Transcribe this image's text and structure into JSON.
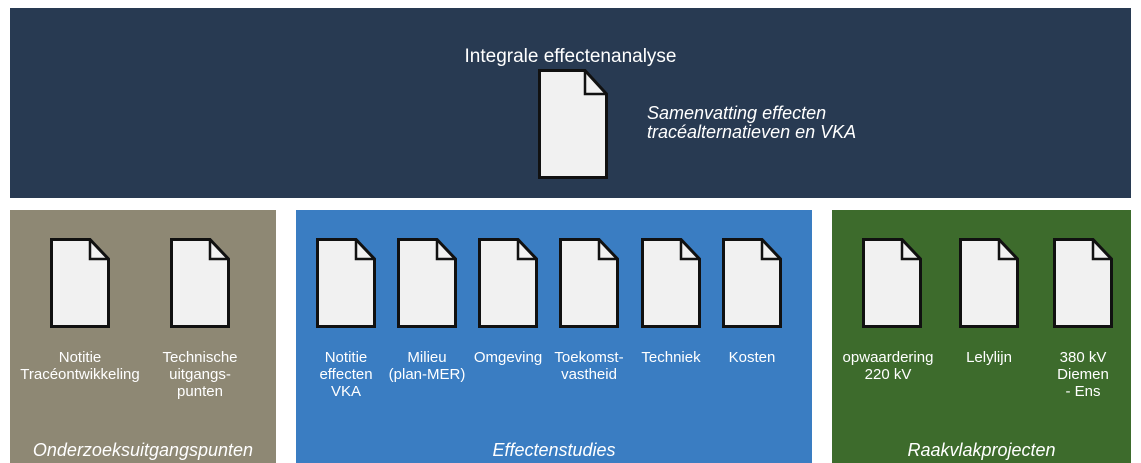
{
  "colors": {
    "top_panel": "#283a52",
    "onderzoek_panel": "#8e8874",
    "effecten_panel": "#3a7dc2",
    "raakvlak_panel": "#3d6b2c",
    "document_fill": "#f1f1f1",
    "document_stroke": "#111111",
    "text": "#ffffff"
  },
  "top": {
    "title": "Integrale effectenanalyse",
    "document_icon": "document-icon",
    "subtitle": "Samenvatting effecten\ntracéalternatieven en VKA"
  },
  "panels": [
    {
      "label": "Onderzoeksuitgangspunten",
      "docs": [
        {
          "label": "Notitie\nTracéontwikkeling"
        },
        {
          "label": "Technische\nuitgangs-\npunten"
        }
      ]
    },
    {
      "label": "Effectenstudies",
      "docs": [
        {
          "label": "Notitie\neffecten\nVKA"
        },
        {
          "label": "Milieu\n(plan-MER)"
        },
        {
          "label": "Omgeving"
        },
        {
          "label": "Toekomst-\nvastheid"
        },
        {
          "label": "Techniek"
        },
        {
          "label": "Kosten"
        }
      ]
    },
    {
      "label": "Raakvlakprojecten",
      "docs": [
        {
          "label": "opwaardering\n220 kV"
        },
        {
          "label": "Lelylijn"
        },
        {
          "label": "380 kV\nDiemen\n- Ens"
        }
      ]
    }
  ]
}
